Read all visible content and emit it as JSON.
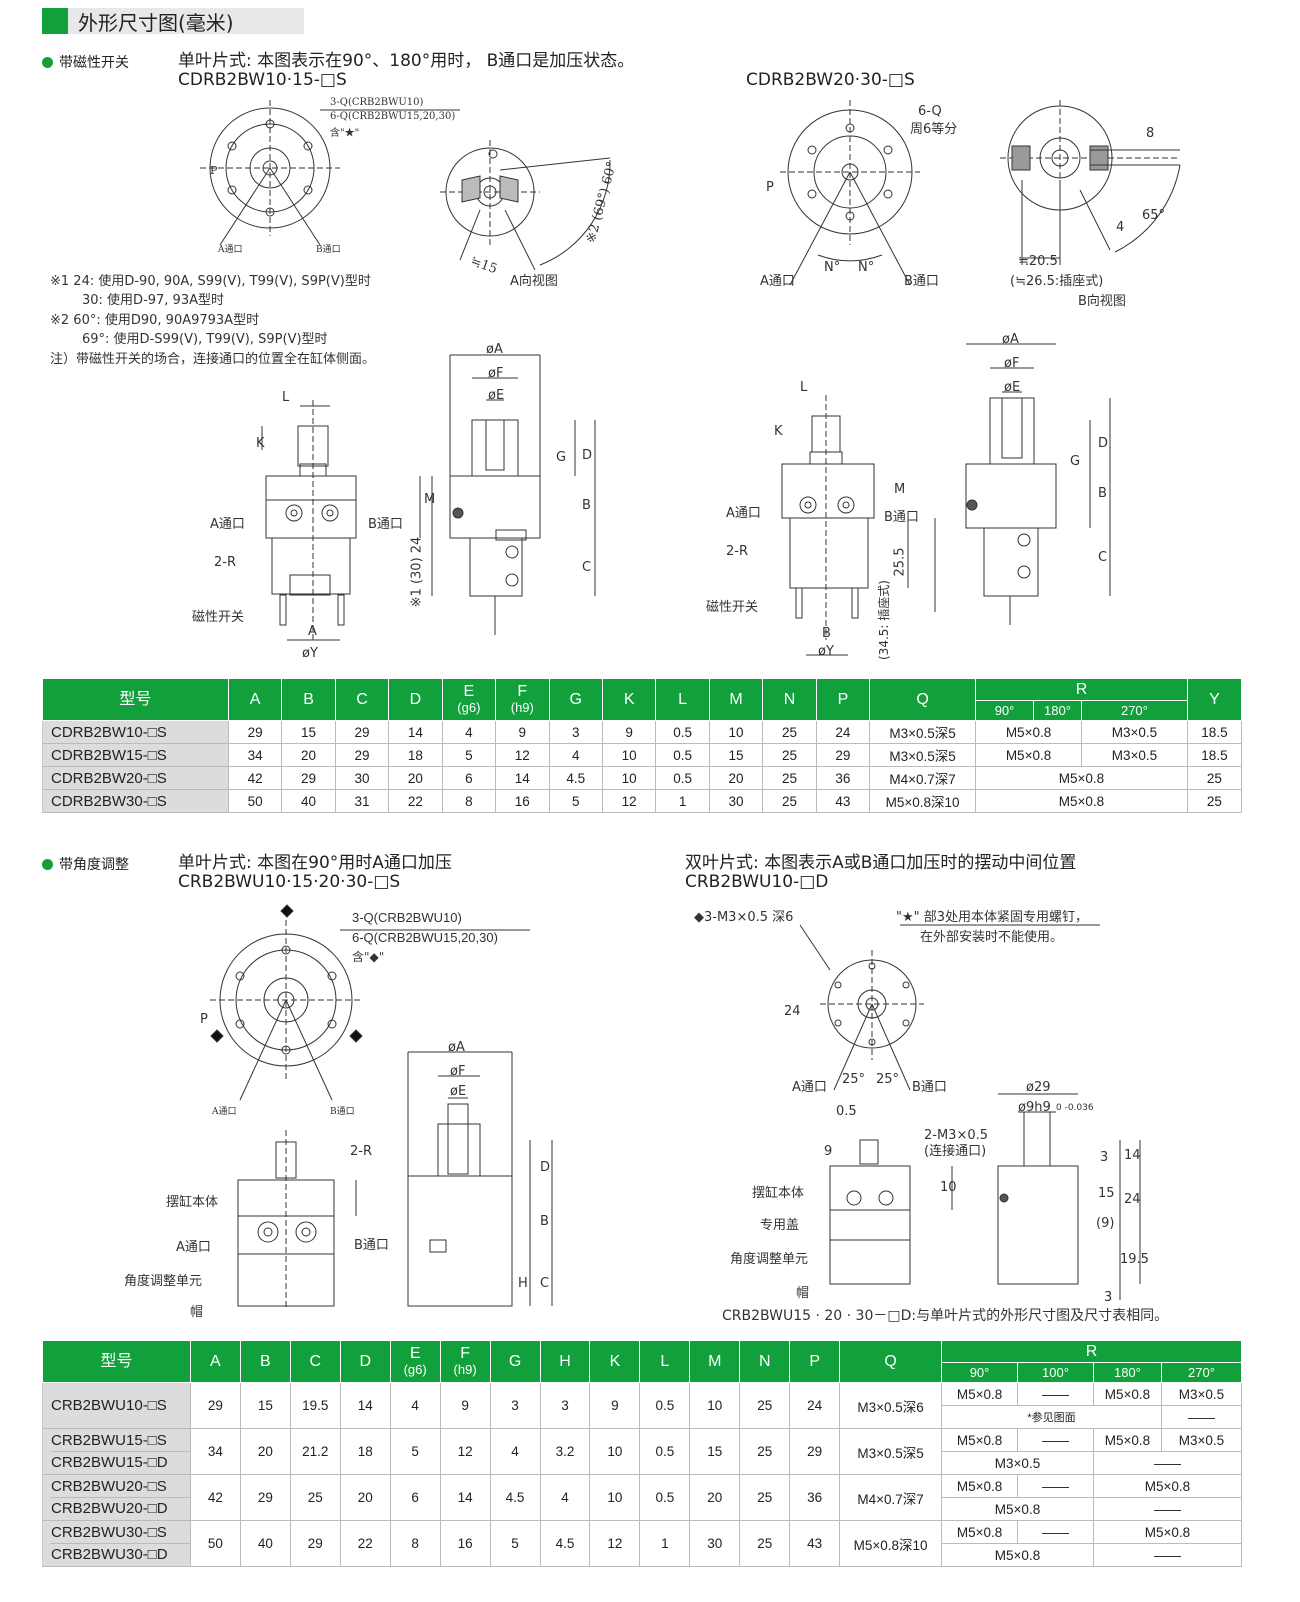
{
  "page_title": "外形尺寸图(毫米)",
  "accent_color": "#12a03c",
  "section1": {
    "label": "带磁性开关",
    "heading": "单叶片式: 本图表示在90°、180°用时， B通口是加压状态。",
    "model_left": "CDRB2BW10·15-□S",
    "model_right": "CDRB2BW20·30-□S",
    "callout_q1": "3-Q(CRB2BWU10)",
    "callout_q2": "6-Q(CRB2BWU15,20,30)",
    "callout_q3": "含\"★\"",
    "q6": "6-Q",
    "q6_sub": "周6等分",
    "angle_note": "※2 (69°) 60°",
    "dim_15": "≒15",
    "view_a": "A向视图",
    "view_b": "B向视图",
    "dim_8": "8",
    "dim_4": "4",
    "dim_65": "65°",
    "dim_205": "≒20.5",
    "dim_265": "(≒26.5:插座式)",
    "notes": [
      "※1  24: 使用D-90, 90A, S99(V), T99(V), S9P(V)型时",
      "30: 使用D-97, 93A型时",
      "※2  60°: 使用D90, 90A9793A型时",
      "69°: 使用D-S99(V), T99(V), S9P(V)型时",
      "注）带磁性开关的场合，连接通口的位置全在缸体侧面。"
    ],
    "port_a": "A通口",
    "port_b": "B通口",
    "r2": "2-R",
    "mag_switch": "磁性开关",
    "lbl_P": "P",
    "lbl_N": "N°",
    "lbl_L": "L",
    "lbl_K": "K",
    "lbl_M": "M",
    "lbl_A": "A",
    "lbl_Y": "øY",
    "lbl_oA": "øA",
    "lbl_oF": "øF",
    "lbl_oE": "øE",
    "lbl_G": "G",
    "lbl_D": "D",
    "lbl_B": "B",
    "lbl_C": "C",
    "dim_side": "※1 (30) 24",
    "dim_255": "25.5",
    "dim_345": "(34.5: 插座式)"
  },
  "table1": {
    "headers": [
      "型号",
      "A",
      "B",
      "C",
      "D",
      "E",
      "F",
      "G",
      "K",
      "L",
      "M",
      "N",
      "P",
      "Q",
      "R",
      "Y"
    ],
    "e_sub": "(g6)",
    "f_sub": "(h9)",
    "r_sub": [
      "90°",
      "180°",
      "270°"
    ],
    "rows": [
      {
        "model": "CDRB2BW10-□S",
        "v": [
          "29",
          "15",
          "29",
          "14",
          "4",
          "9",
          "3",
          "9",
          "0.5",
          "10",
          "25",
          "24",
          "M3×0.5深5"
        ],
        "r90_180": "M5×0.8",
        "r270": "M3×0.5",
        "y": "18.5"
      },
      {
        "model": "CDRB2BW15-□S",
        "v": [
          "34",
          "20",
          "29",
          "18",
          "5",
          "12",
          "4",
          "10",
          "0.5",
          "15",
          "25",
          "29",
          "M3×0.5深5"
        ],
        "r90_180": "M5×0.8",
        "r270": "M3×0.5",
        "y": "18.5"
      },
      {
        "model": "CDRB2BW20-□S",
        "v": [
          "42",
          "29",
          "30",
          "20",
          "6",
          "14",
          "4.5",
          "10",
          "0.5",
          "20",
          "25",
          "36",
          "M4×0.7深7"
        ],
        "r_all": "M5×0.8",
        "y": "25"
      },
      {
        "model": "CDRB2BW30-□S",
        "v": [
          "50",
          "40",
          "31",
          "22",
          "8",
          "16",
          "5",
          "12",
          "1",
          "30",
          "25",
          "43",
          "M5×0.8深10"
        ],
        "r_all": "M5×0.8",
        "y": "25"
      }
    ]
  },
  "section2": {
    "label": "带角度调整",
    "heading_left": "单叶片式: 本图在90°用时A通口加压",
    "model_left": "CRB2BWU10·15·20·30-□S",
    "heading_right": "双叶片式: 本图表示A或B通口加压时的摆动中间位置",
    "model_right": "CRB2BWU10-□D",
    "callout_q1": "3-Q(CRB2BWU10)",
    "callout_q2": "6-Q(CRB2BWU15,20,30)",
    "callout_q3": "含\"◆\"",
    "m3": "◆3-M3×0.5 深6",
    "star_note": "\"★\" 部3处用本体紧固专用螺钉，",
    "star_note2": "在外部安装时不能使用。",
    "dim_24": "24",
    "dim_25": "25°",
    "dim_05": "0.5",
    "dim_9": "9",
    "dim_10": "10",
    "m3_conn": "2-M3×0.5",
    "m3_conn2": "(连接通口)",
    "dim_29": "ø29",
    "dim_9h9": "ø9h9",
    "dim_tol": "0 -0.036",
    "right_dims": [
      "3",
      "14",
      "15",
      "24",
      "(9)",
      "19.5",
      "3"
    ],
    "parts": [
      "摆缸本体",
      "专用盖",
      "角度调整单元",
      "帽"
    ],
    "port_a": "A通口",
    "port_b": "B通口",
    "r2": "2-R",
    "bottom_note": "CRB2BWU15 · 20 · 30－□D:与单叶片式的外形尺寸图及尺寸表相同。",
    "lbl_H": "H"
  },
  "table2": {
    "headers": [
      "型号",
      "A",
      "B",
      "C",
      "D",
      "E",
      "F",
      "G",
      "H",
      "K",
      "L",
      "M",
      "N",
      "P",
      "Q",
      "R"
    ],
    "e_sub": "(g6)",
    "f_sub": "(h9)",
    "r_sub": [
      "90°",
      "100°",
      "180°",
      "270°"
    ],
    "ref": "*参见图面",
    "dash": "——",
    "groups": [
      {
        "models": [
          "CRB2BWU10-□S"
        ],
        "v": [
          "29",
          "15",
          "19.5",
          "14",
          "4",
          "9",
          "3",
          "3",
          "9",
          "0.5",
          "10",
          "25",
          "24",
          "M3×0.5深6"
        ],
        "r1": [
          "M5×0.8",
          "——",
          "M5×0.8",
          "M3×0.5"
        ]
      },
      {
        "models": [
          "CRB2BWU15-□S",
          "CRB2BWU15-□D"
        ],
        "v": [
          "34",
          "20",
          "21.2",
          "18",
          "5",
          "12",
          "4",
          "3.2",
          "10",
          "0.5",
          "15",
          "25",
          "29",
          "M3×0.5深5"
        ],
        "r1": [
          "M5×0.8",
          "——",
          "M5×0.8",
          "M3×0.5"
        ],
        "r2": "M3×0.5"
      },
      {
        "models": [
          "CRB2BWU20-□S",
          "CRB2BWU20-□D"
        ],
        "v": [
          "42",
          "29",
          "25",
          "20",
          "6",
          "14",
          "4.5",
          "4",
          "10",
          "0.5",
          "20",
          "25",
          "36",
          "M4×0.7深7"
        ],
        "r1": [
          "M5×0.8",
          "——",
          "M5×0.8"
        ],
        "r2": "M5×0.8"
      },
      {
        "models": [
          "CRB2BWU30-□S",
          "CRB2BWU30-□D"
        ],
        "v": [
          "50",
          "40",
          "29",
          "22",
          "8",
          "16",
          "5",
          "4.5",
          "12",
          "1",
          "30",
          "25",
          "43",
          "M5×0.8深10"
        ],
        "r1": [
          "M5×0.8",
          "——",
          "M5×0.8"
        ],
        "r2": "M5×0.8"
      }
    ]
  }
}
